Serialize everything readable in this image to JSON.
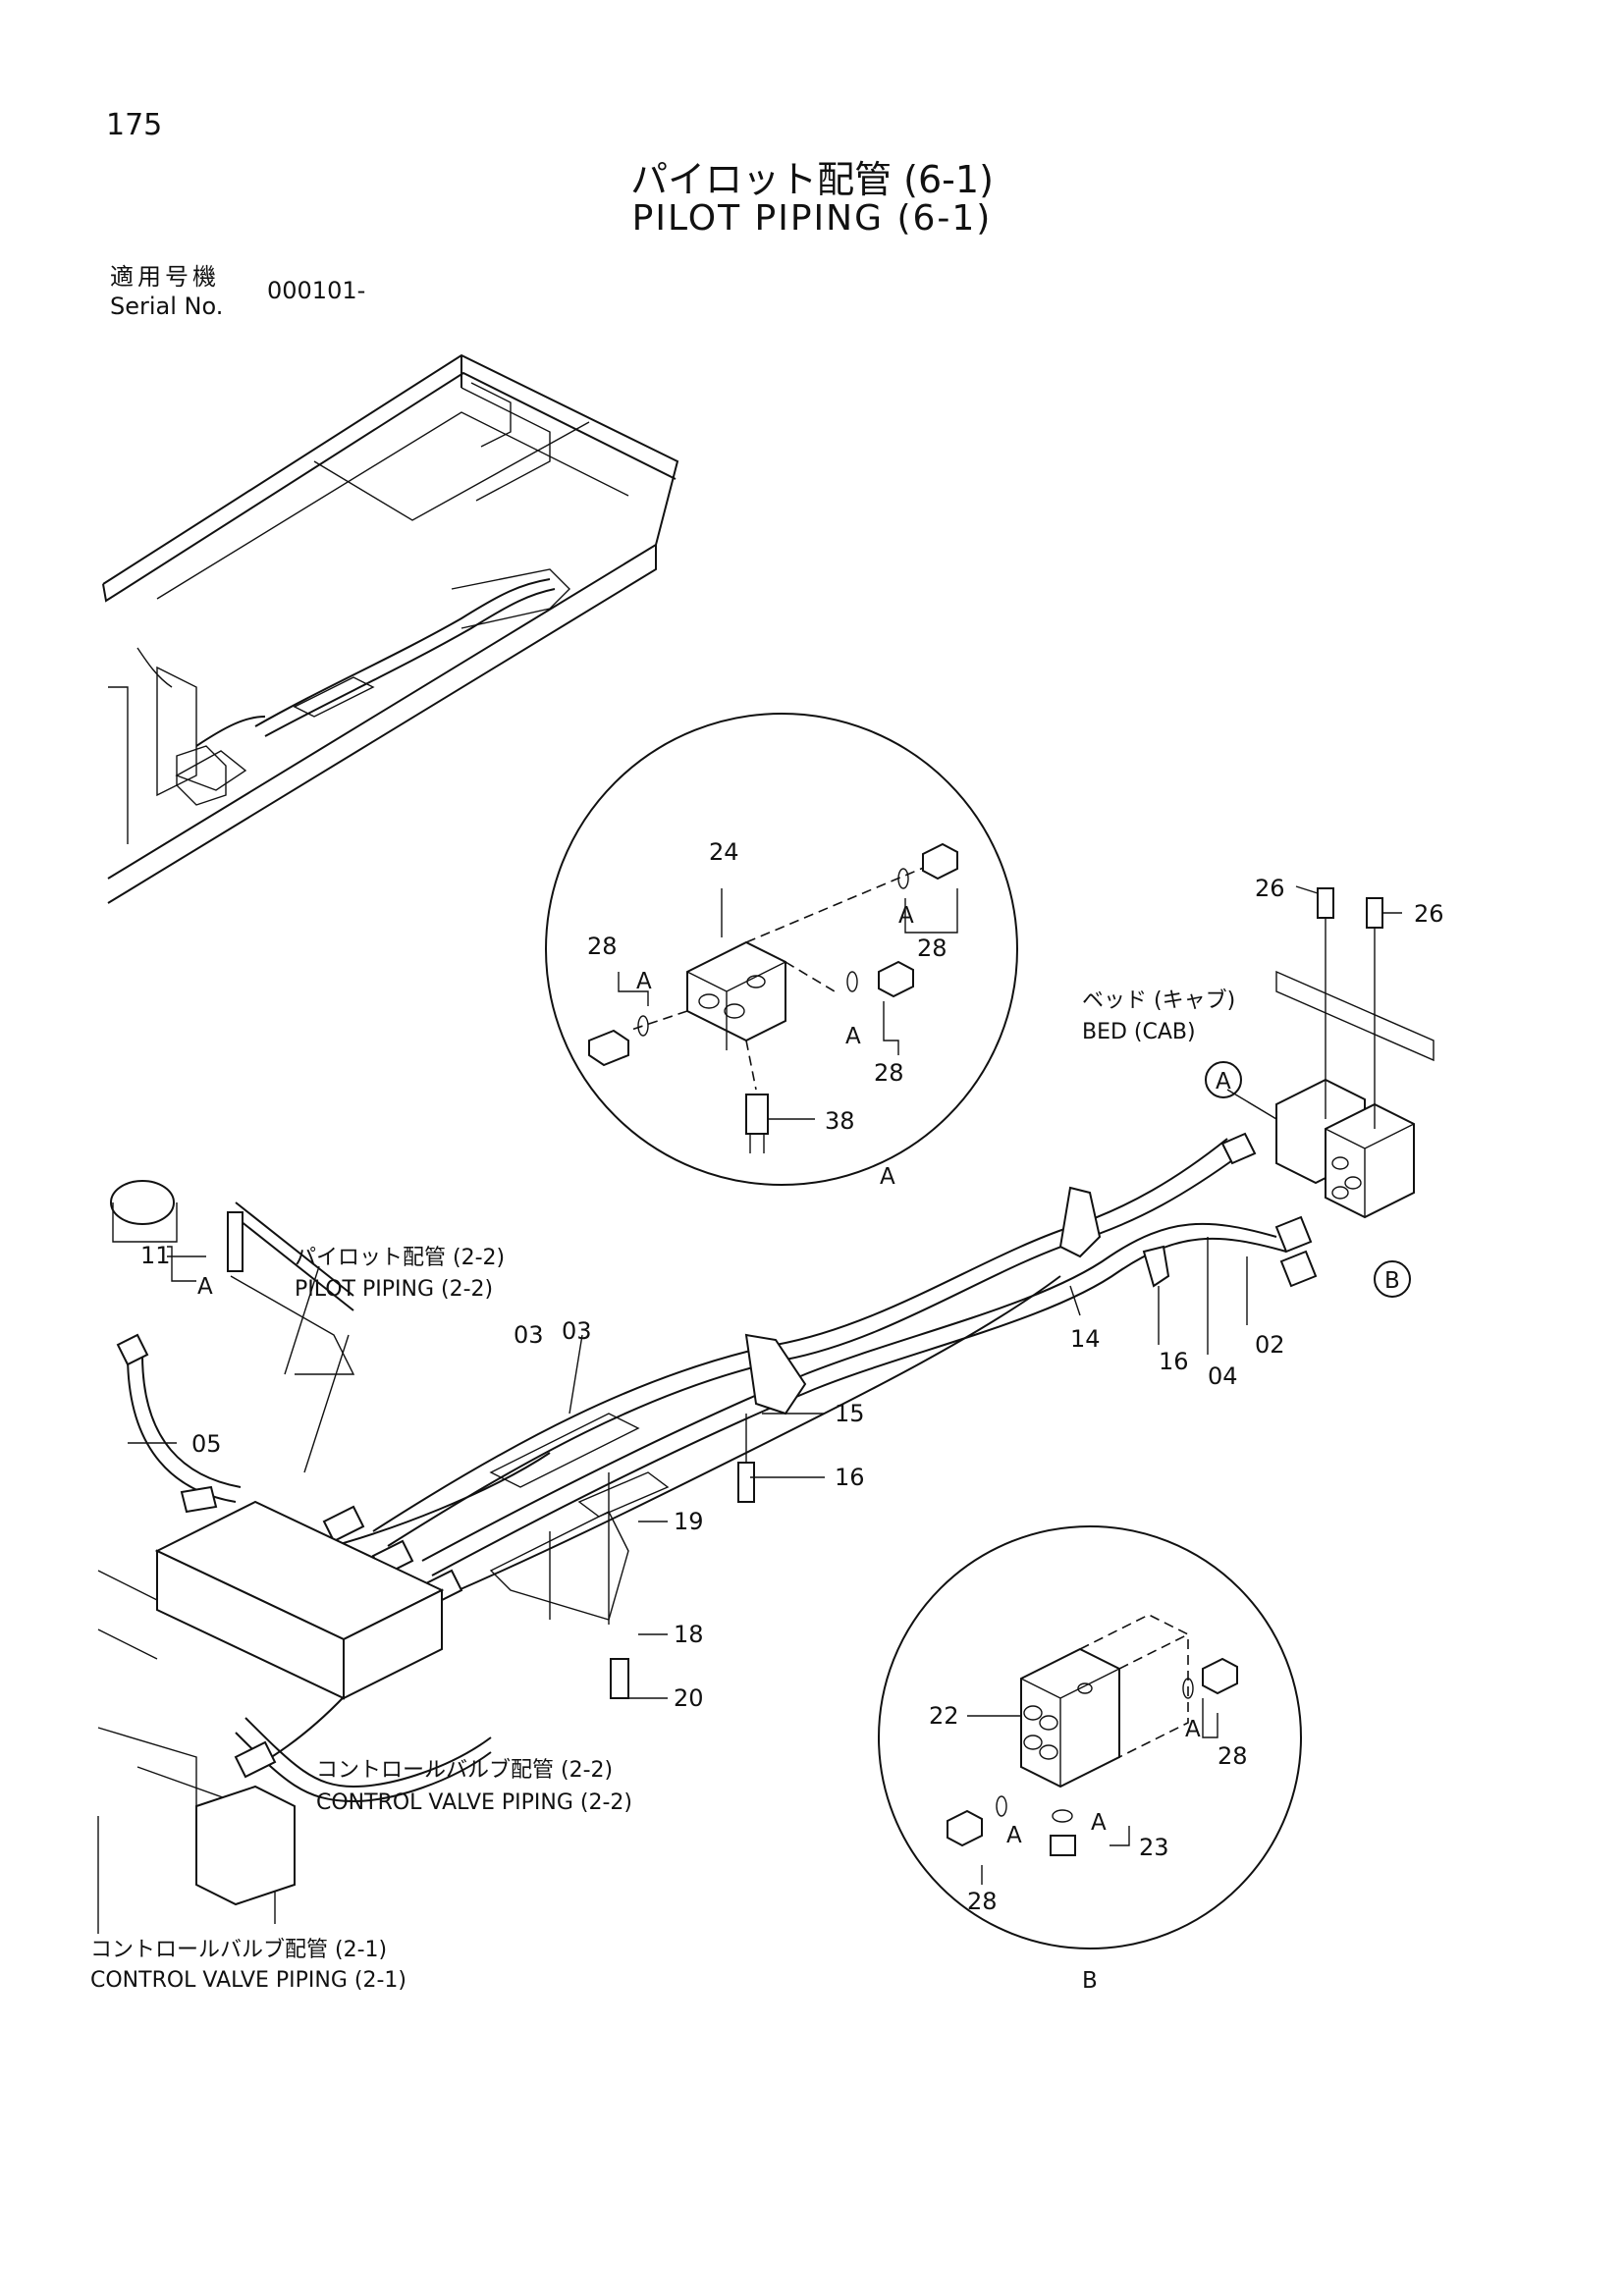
{
  "page": {
    "number": "175",
    "title_jp": "パイロット配管 (6-1)",
    "title_en": "PILOT PIPING (6-1)",
    "serial_label_jp": "適用号機",
    "serial_label_en": "Serial No.",
    "serial_value": "000101-"
  },
  "callouts": {
    "p02": "02",
    "p03a": "03",
    "p03b": "03",
    "p04": "04",
    "p05": "05",
    "p11": "11",
    "p14": "14",
    "p15": "15",
    "p16a": "16",
    "p16b": "16",
    "p18": "18",
    "p19": "19",
    "p20": "20",
    "p22": "22",
    "p23": "23",
    "p24": "24",
    "p26a": "26",
    "p26b": "26",
    "p28a": "28",
    "p28b": "28",
    "p28c": "28",
    "p28d": "28",
    "p28e": "28",
    "p38": "38"
  },
  "markers": {
    "a1": "A",
    "a2": "A",
    "a3": "A",
    "a4": "A",
    "a5": "A",
    "a6": "A",
    "a7": "A",
    "a8": "A",
    "circle_a": "A",
    "circle_b": "B",
    "detail_a": "A",
    "detail_b": "B"
  },
  "references": {
    "pilot_jp": "パイロット配管 (2-2)",
    "pilot_en": "PILOT PIPING (2-2)",
    "bed_jp": "ベッド (キャブ)",
    "bed_en": "BED (CAB)",
    "cv22_jp": "コントロールバルブ配管 (2-2)",
    "cv22_en": "CONTROL VALVE PIPING (2-2)",
    "cv21_jp": "コントロールバルブ配管 (2-1)",
    "cv21_en": "CONTROL VALVE PIPING (2-1)"
  }
}
